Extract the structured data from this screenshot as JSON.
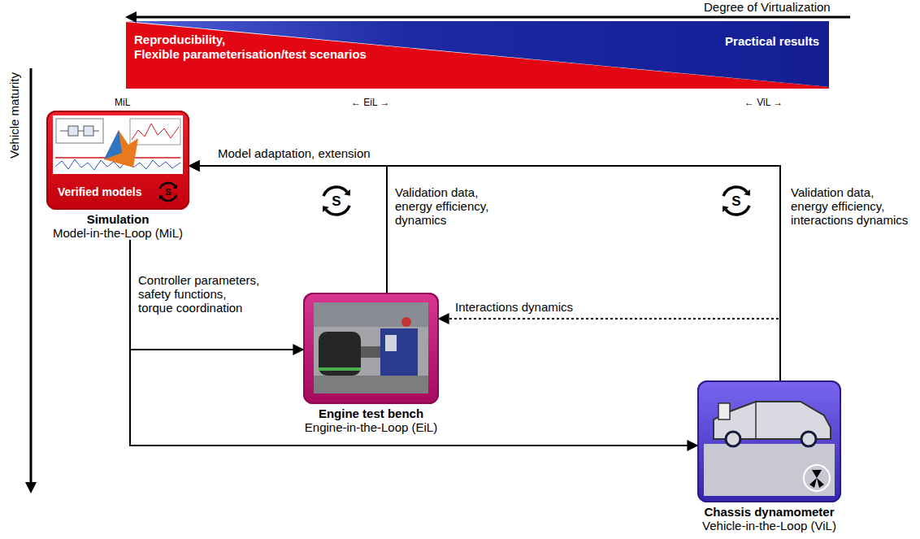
{
  "diagram": {
    "nodes": [
      {
        "text": [
          "Reproducibility, Flexible parameterisation/test scenarios",
          "Practical results"
        ]
      },
      {
        "text": [
          "Verified models",
          "Simulation",
          "Model-in-the-Loop (MiL)"
        ]
      },
      {
        "text": [
          "Engine test bench",
          "Engine-in-the-Loop (EiL)"
        ]
      },
      {
        "text": [
          "Chassis dynamometer",
          "Vehicle-in-the-Loop (ViL)"
        ]
      }
    ],
    "edges": [
      {
        "from": 1,
        "to": 2,
        "arrow": "to",
        "label": "Controller parameters, safety functions, torque coordination"
      },
      {
        "from": 1,
        "to": 3,
        "arrow": "to"
      },
      {
        "from": 2,
        "to": 1,
        "arrow": "to",
        "label": "Validation data, energy efficiency, dynamics"
      },
      {
        "from": 3,
        "to": 1,
        "arrow": "to",
        "label": "Validation data, energy efficiency, interactions dynamics"
      },
      {
        "from": 3,
        "to": 2,
        "arrow": "to",
        "label": "Interactions dynamics"
      }
    ],
    "labels": [
      "Degree of Virtualization",
      "Vehicle maturity",
      "MiL",
      "← EiL →",
      "← ViL →",
      "Model adaptation, extension",
      "S",
      "S",
      "S"
    ]
  }
}
